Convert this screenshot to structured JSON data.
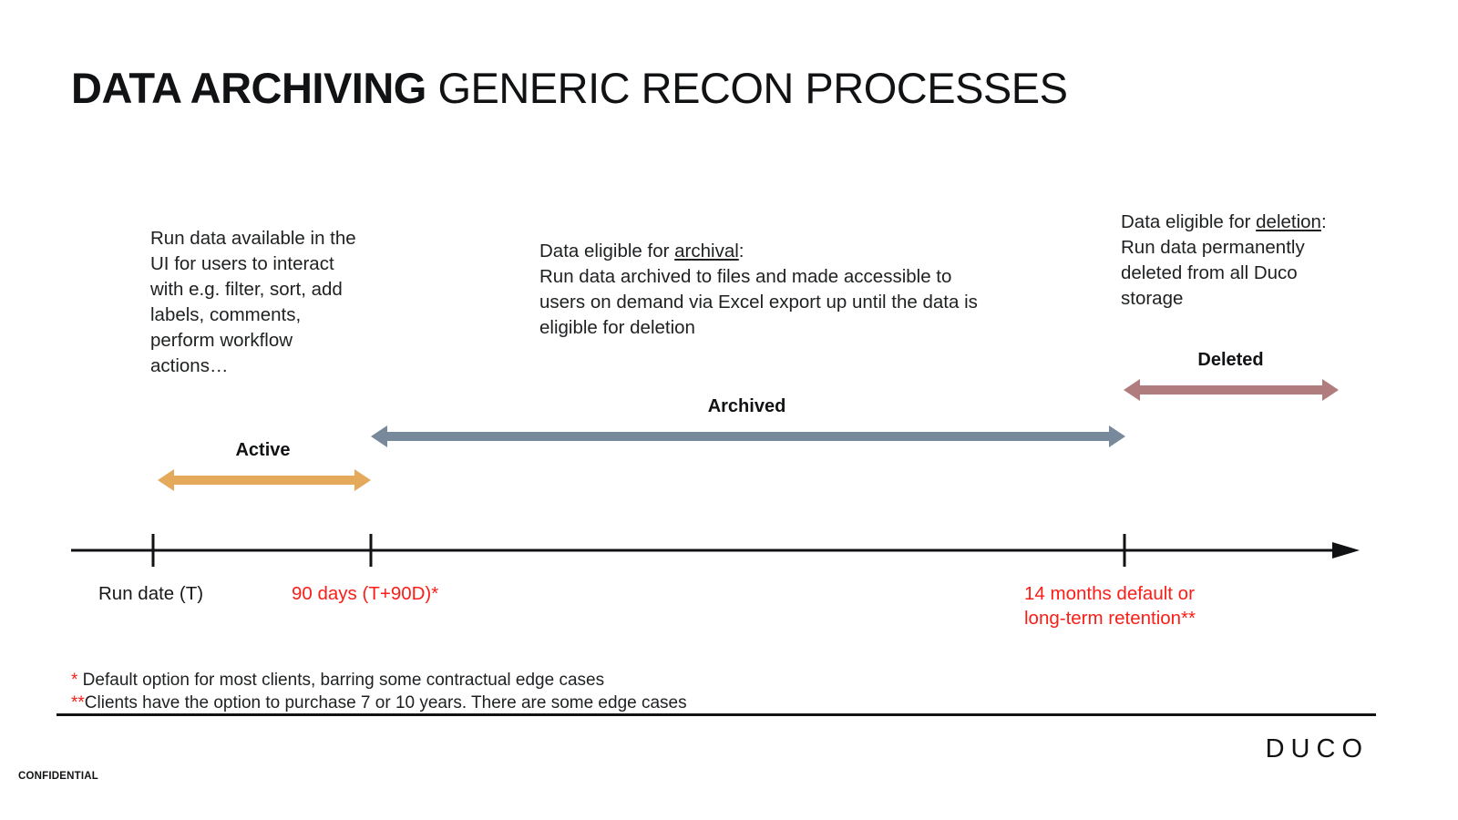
{
  "title": {
    "strong": "DATA ARCHIVING",
    "light": "GENERIC RECON PROCESSES"
  },
  "notes": {
    "active": "Run data available in the UI for users to interact with e.g. filter, sort, add labels, comments, perform workflow actions…",
    "archive_lead": "Data eligible for ",
    "archive_term": "archival",
    "archive_body": ":\nRun data archived to files and made accessible to users on demand via Excel export up until the data is eligible for deletion",
    "delete_lead": "Data eligible for ",
    "delete_term": "deletion",
    "delete_body": ":\nRun data permanently deleted from all Duco storage"
  },
  "phases": [
    {
      "label": "Active",
      "color": "#e5a95c"
    },
    {
      "label": "Archived",
      "color": "#78899b"
    },
    {
      "label": "Deleted",
      "color": "#b07c7e"
    }
  ],
  "timeline": {
    "ticks": [
      {
        "label": "Run date (T)",
        "color": "black"
      },
      {
        "label": "90 days (T+90D)*",
        "color": "red"
      },
      {
        "label": "14 months default or\nlong-term retention**",
        "color": "red"
      }
    ],
    "axis_color": "#111214"
  },
  "footnotes": [
    {
      "mark": "*",
      "text": " Default option for most clients, barring some contractual edge cases"
    },
    {
      "mark": "**",
      "text": "Clients have the option to purchase 7 or 10 years. There are some edge cases"
    }
  ],
  "footer": {
    "logo": "DUCO",
    "confidential": "CONFIDENTIAL"
  },
  "colors": {
    "red": "#fa1e17",
    "ink": "#111214"
  }
}
